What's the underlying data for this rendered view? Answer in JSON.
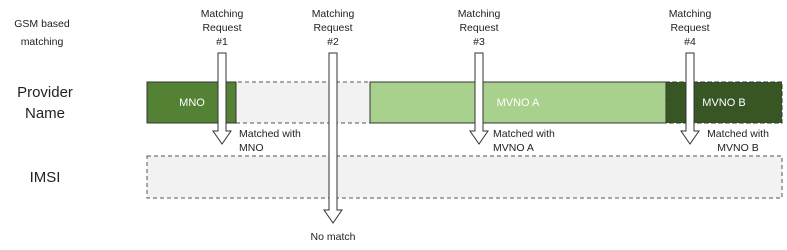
{
  "header": {
    "gsm_line1": "GSM based",
    "gsm_line2": "matching"
  },
  "rows": {
    "provider_line1": "Provider",
    "provider_line2": "Name",
    "imsi": "IMSI"
  },
  "segments": [
    {
      "id": "mno",
      "label": "MNO",
      "color": "#548235"
    },
    {
      "id": "mvno-a",
      "label": "MVNO A",
      "color": "#a9d18e"
    },
    {
      "id": "mvno-b",
      "label": "MVNO B",
      "color": "#375623"
    }
  ],
  "requests": [
    {
      "line1": "Matching",
      "line2": "Request",
      "line3": "#1",
      "result1": "Matched with",
      "result2": "MNO"
    },
    {
      "line1": "Matching",
      "line2": "Request",
      "line3": "#2",
      "result1": "No match",
      "result2": ""
    },
    {
      "line1": "Matching",
      "line2": "Request",
      "line3": "#3",
      "result1": "Matched with",
      "result2": "MVNO A"
    },
    {
      "line1": "Matching",
      "line2": "Request",
      "line3": "#4",
      "result1": "Matched with",
      "result2": "MVNO B"
    }
  ],
  "colors": {
    "empty_fill": "#f2f2f2",
    "dashed_border": "#555555",
    "arrow_stroke": "#333333"
  }
}
